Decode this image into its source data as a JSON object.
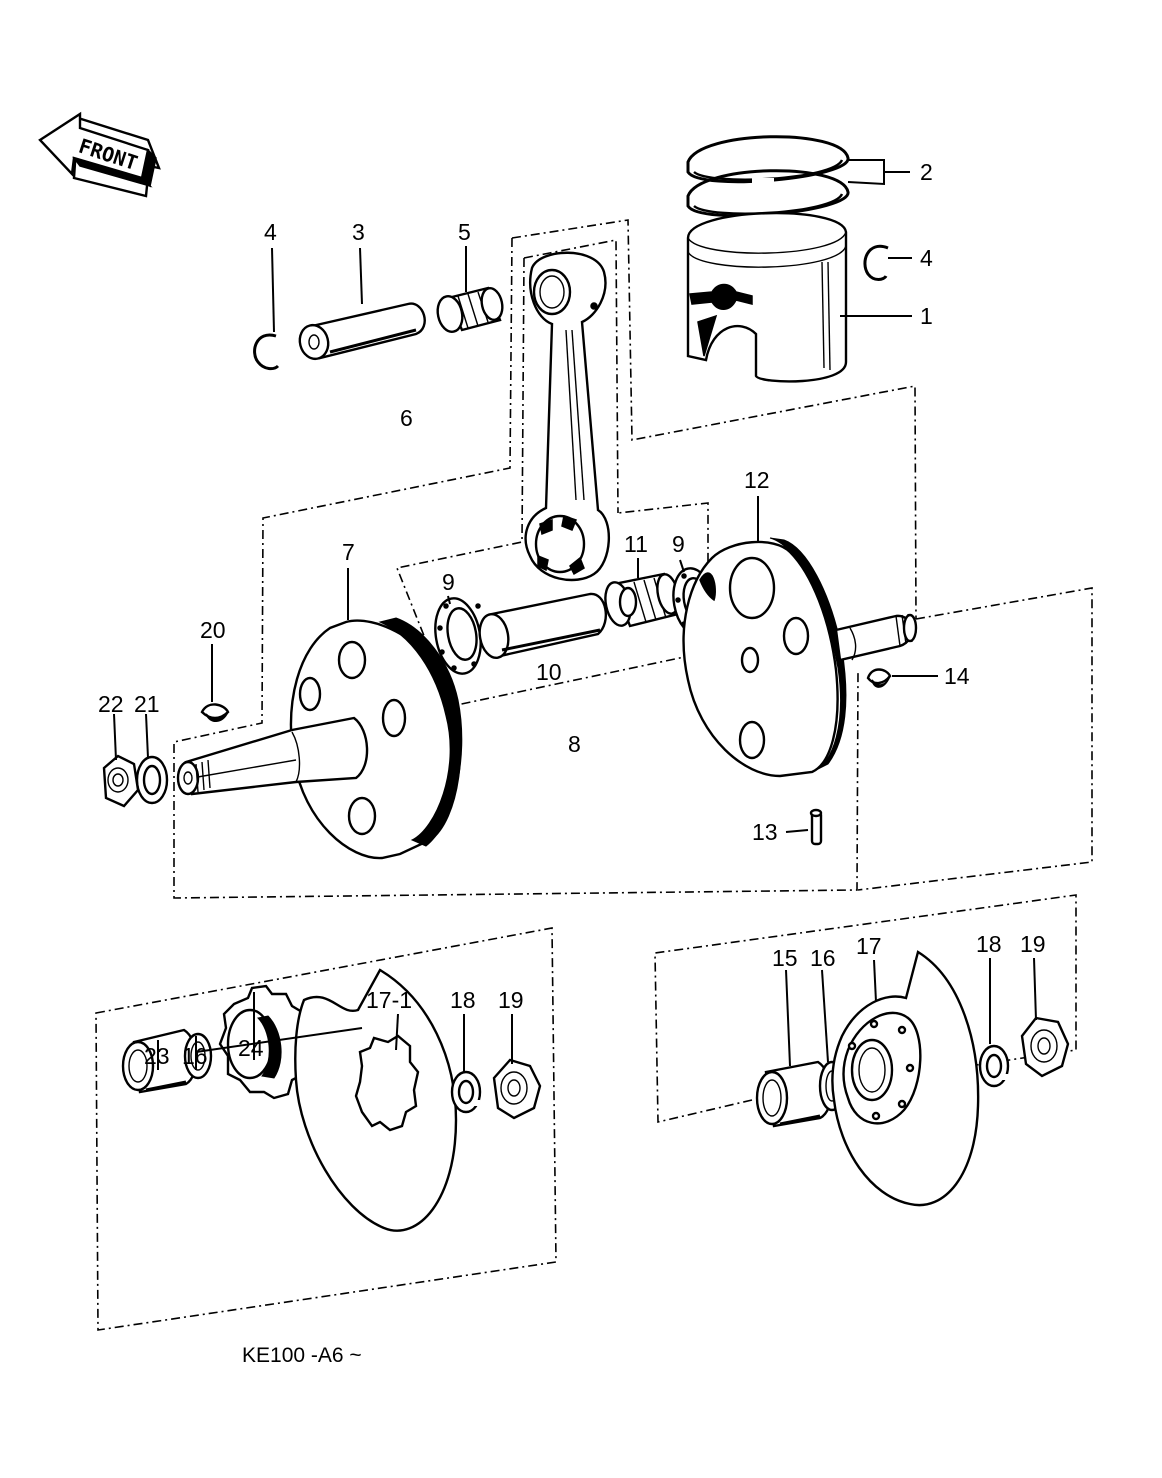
{
  "orientation_arrow": {
    "text": "FRONT"
  },
  "labels": {
    "piston": "1",
    "piston_rings": "2",
    "piston_pin": "3",
    "circlip_left": "4",
    "circlip_right": "4",
    "needle_bearing_small_end": "5",
    "connecting_rod_assembly": "6",
    "flywheel_left": "7",
    "crankpin_assembly": "8",
    "washer_left": "9",
    "washer_right": "9",
    "crankpin": "10",
    "needle_bearing_big_end": "11",
    "flywheel_right": "12",
    "pin": "13",
    "woodruff_key_right": "14",
    "collar_15": "15",
    "o_ring_right": "16",
    "primary_gear_right": "17",
    "lock_washer_right": "18",
    "nut_right": "19",
    "woodruff_key_left": "20",
    "washer_21": "21",
    "nut_22": "22",
    "collar_23": "23",
    "o_ring_left": "16",
    "primary_gear_left": "17-1",
    "lock_washer_left": "18",
    "nut_left": "19",
    "sprocket_24": "24"
  },
  "caption": "KE100 -A6 ~"
}
